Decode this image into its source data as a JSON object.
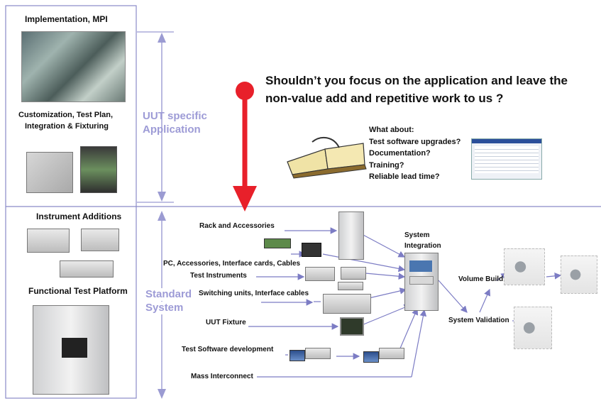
{
  "left_panel": {
    "implementation_title": "Implementation, MPI",
    "customization_text_line1": "Customization, Test Plan,",
    "customization_text_line2": "Integration & Fixturing",
    "instrument_additions": "Instrument Additions",
    "functional_test_platform": "Functional Test Platform"
  },
  "axis_labels": {
    "uut_line1": "UUT specific",
    "uut_line2": "Application",
    "std_line1": "Standard",
    "std_line2": "System"
  },
  "headline": {
    "line1": "Shouldn’t you focus on the application and leave the",
    "line2": "non-value add and repetitive work to us ?"
  },
  "questions": [
    "What about:",
    "Test software upgrades?",
    "Documentation?",
    "Training?",
    "Reliable lead time?"
  ],
  "flow_labels": {
    "rack": "Rack and  Accessories",
    "pc": "PC, Accessories, Interface cards, Cables",
    "instruments": "Test Instruments",
    "switching": "Switching units, Interface cables",
    "fixture": "UUT Fixture",
    "software": "Test Software development",
    "interconnect": "Mass Interconnect",
    "system_integration_line1": "System",
    "system_integration_line2": "Integration",
    "volume_build": "Volume Build",
    "system_validation": "System Validation"
  },
  "colors": {
    "arrow_red": "#e8202a",
    "lavender": "#9d9bd6",
    "divider": "#6e6eb8"
  }
}
